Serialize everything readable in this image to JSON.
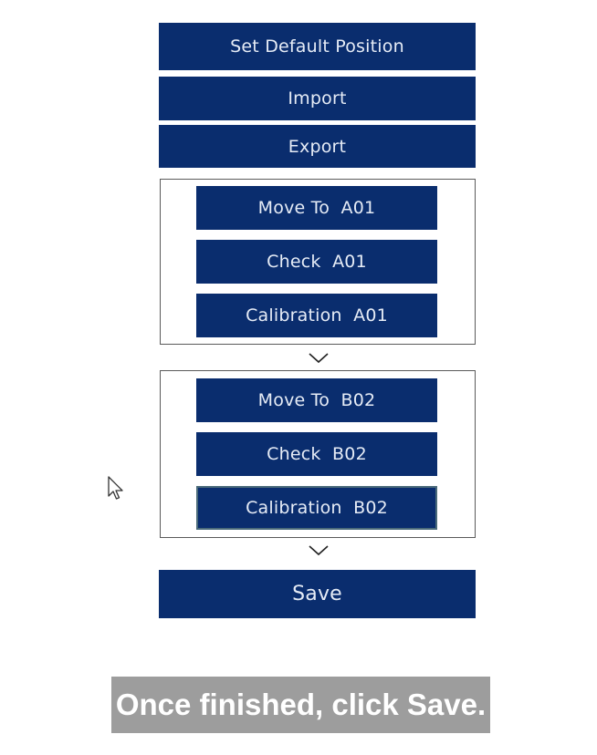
{
  "buttons": {
    "set_default_position": "Set Default Position",
    "import": "Import",
    "export": "Export",
    "save": "Save"
  },
  "position_groups": [
    {
      "move_to": "Move To  A01",
      "check": "Check  A01",
      "calibration": "Calibration  A01"
    },
    {
      "move_to": "Move To  B02",
      "check": "Check  B02",
      "calibration": "Calibration  B02"
    }
  ],
  "caption": "Once finished, click Save.",
  "icons": {
    "expand": "chevron-down-icon",
    "pointer": "mouse-cursor-icon"
  },
  "colors": {
    "button_bg": "#0a2d6e",
    "button_text": "#e6ecf6",
    "caption_bg": "#9d9d9d"
  }
}
